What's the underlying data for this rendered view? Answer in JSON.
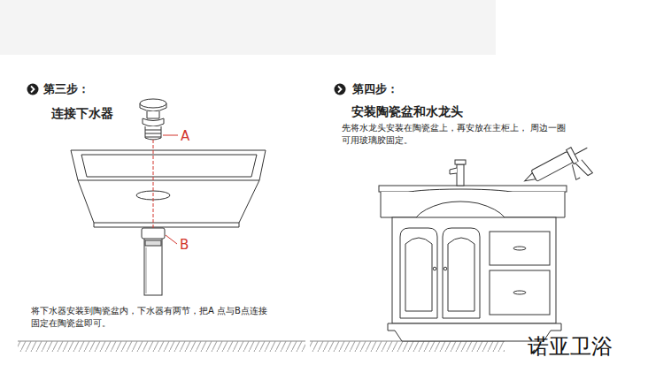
{
  "diagram": {
    "labels": [
      "第三步：",
      "连接下水器",
      "A",
      "B",
      "将下水器安装到陶瓷盆内，下水器有两节，把A 点与B点连接固定在陶瓷盆即可。",
      "第四步：",
      "安装陶瓷盆和水龙头",
      "先将水龙头安装在陶瓷盆上，再安放在主柜上， 周边一圈可用玻璃胶固定。",
      "诺亚卫浴"
    ]
  }
}
